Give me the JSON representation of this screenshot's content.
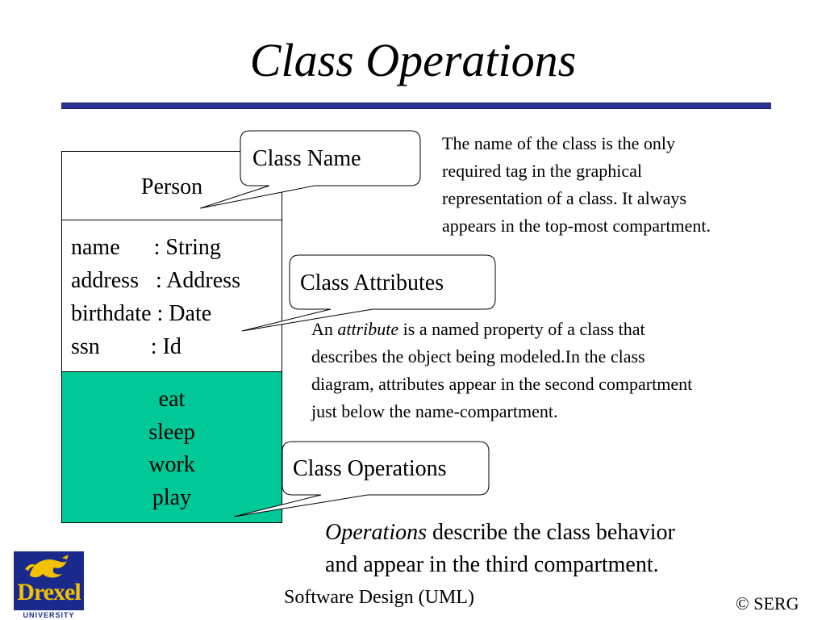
{
  "slide": {
    "title": "Class Operations",
    "footer_center": "Software Design (UML)",
    "footer_right": "© SERG"
  },
  "logo": {
    "word": "Drexel",
    "sub": "UNIVERSITY"
  },
  "uml_class": {
    "name": "Person",
    "attributes": [
      "name      : String",
      "address   : Address",
      "birthdate : Date",
      "ssn         : Id"
    ],
    "operations": [
      "eat",
      "sleep",
      "work",
      "play"
    ]
  },
  "callouts": {
    "class_name": "Class Name",
    "class_attributes": "Class Attributes",
    "class_operations": "Class Operations"
  },
  "descriptions": {
    "name_lines": [
      "The name of the class is the only",
      "required tag in the graphical",
      "representation of a class.  It always",
      "appears in the top-most compartment."
    ],
    "attribute": {
      "prefix": "An ",
      "emphasis": "attribute",
      "line1_rest": " is a named property of a class that",
      "lines": [
        "describes the object being modeled.In the class",
        "diagram, attributes appear in the second compartment",
        "just below the name-compartment."
      ]
    },
    "operations": {
      "emphasis": "Operations",
      "line1_rest": " describe the class behavior",
      "line2": "and appear in the third compartment."
    }
  },
  "colors": {
    "rule": "#2e3192",
    "operations_fill": "#00c896",
    "logo_blue": "#1a2a8c",
    "logo_gold": "#f2c200"
  }
}
